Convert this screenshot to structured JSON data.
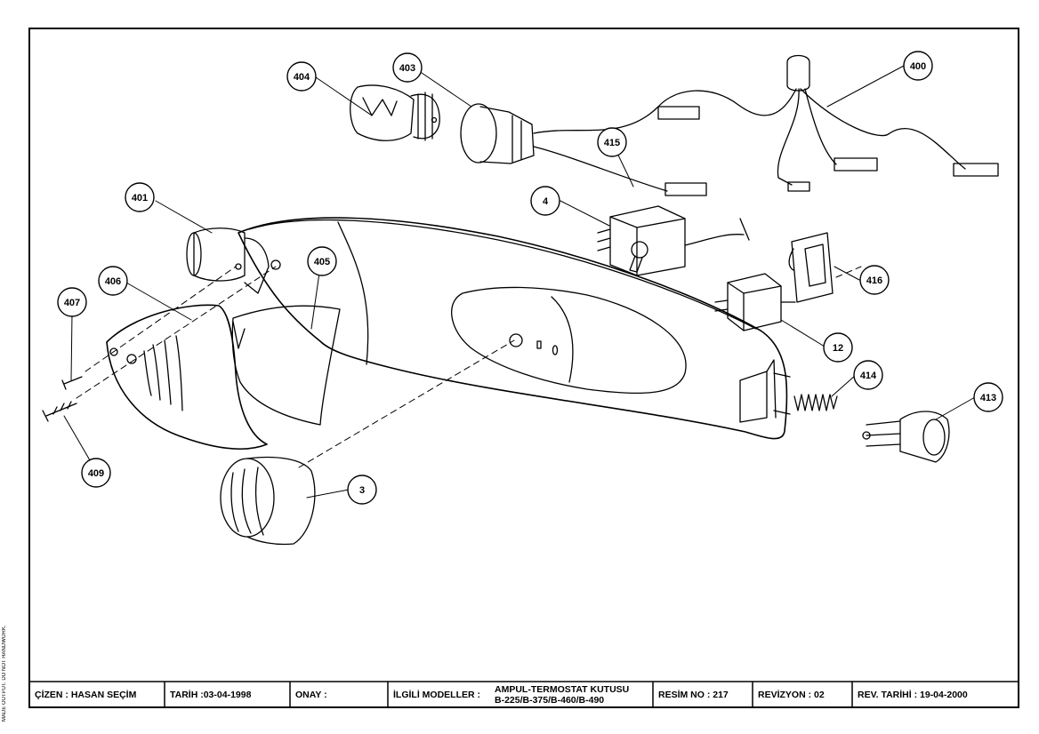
{
  "side_note": "MADE OUTPUT. DO NOT HANDWORK.",
  "callouts": {
    "c400": "400",
    "c401": "401",
    "c403": "403",
    "c404": "404",
    "c405": "405",
    "c406": "406",
    "c407": "407",
    "c409": "409",
    "c413": "413",
    "c414": "414",
    "c415": "415",
    "c416": "416",
    "c4": "4",
    "c12": "12",
    "c3": "3"
  },
  "title_block": {
    "drawn_by": "ÇİZEN : HASAN SEÇİM",
    "date": "TARİH :03-04-1998",
    "approval": "ONAY :",
    "related_models_label": "İLGİLİ MODELLER :",
    "part_name": "AMPUL-TERMOSTAT KUTUSU",
    "models": "B-225/B-375/B-460/B-490",
    "drawing_no": "RESİM NO : 217",
    "revision": "REVİZYON : 02",
    "revision_date": "REV. TARİHİ : 19-04-2000"
  }
}
